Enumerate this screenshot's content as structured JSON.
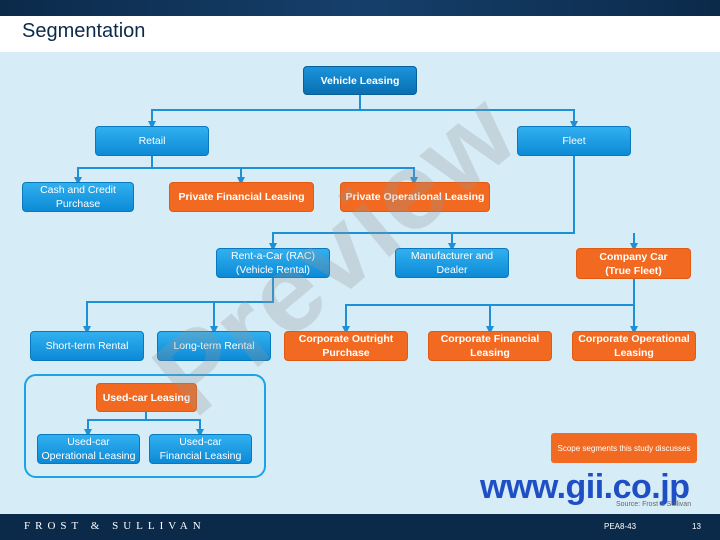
{
  "header": {
    "title": "Segmentation"
  },
  "nodes": {
    "vehicle_leasing": "Vehicle Leasing",
    "retail": "Retail",
    "fleet": "Fleet",
    "cash_credit": "Cash and Credit\nPurchase",
    "private_financial": "Private Financial Leasing",
    "private_operational": "Private Operational Leasing",
    "rent_a_car": "Rent-a-Car (RAC)\n(Vehicle Rental)",
    "manufacturer": "Manufacturer and\nDealer",
    "company_car": "Company Car\n(True Fleet)",
    "short_term": "Short-term Rental",
    "long_term": "Long-term Rental",
    "corp_outright": "Corporate Outright\nPurchase",
    "corp_financial": "Corporate Financial\nLeasing",
    "corp_operational": "Corporate Operational\nLeasing",
    "used_car_leasing": "Used-car Leasing",
    "used_operational": "Used-car\nOperational Leasing",
    "used_financial": "Used-car\nFinancial Leasing"
  },
  "legend": {
    "text": "Scope segments this study discusses",
    "color": "#f26a21"
  },
  "watermark": "Preview",
  "site_watermark": "www.gii.co.jp",
  "source": "Source: Frost & Sullivan",
  "footer": {
    "brand": "FROST & SULLIVAN",
    "code": "PEA8-43",
    "page": "13"
  },
  "colors": {
    "node_blue": "#1aa3e6",
    "node_orange": "#f26a21",
    "connector": "#1e90d8",
    "background": "#d6ecf7"
  }
}
